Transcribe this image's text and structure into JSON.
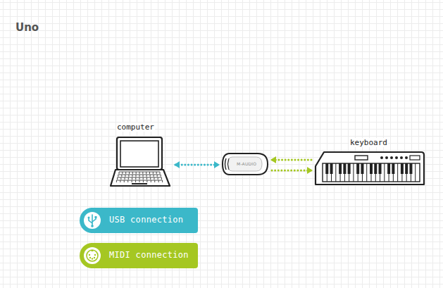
{
  "diagram": {
    "title": "Uno",
    "nodes": [
      {
        "text": [
          "computer"
        ]
      },
      {
        "text": [
          "M-AUDIO"
        ]
      },
      {
        "text": [
          "keyboard"
        ]
      }
    ],
    "edges": [
      {
        "from": 0,
        "to": 1,
        "arrow": "both"
      },
      {
        "from": 2,
        "to": 1,
        "arrow": "to"
      },
      {
        "from": 1,
        "to": 2,
        "arrow": "to"
      }
    ],
    "legend": [
      {
        "text": "USB connection",
        "color": "#3bb8c9"
      },
      {
        "text": "MIDI connection",
        "color": "#a5c722"
      }
    ]
  }
}
